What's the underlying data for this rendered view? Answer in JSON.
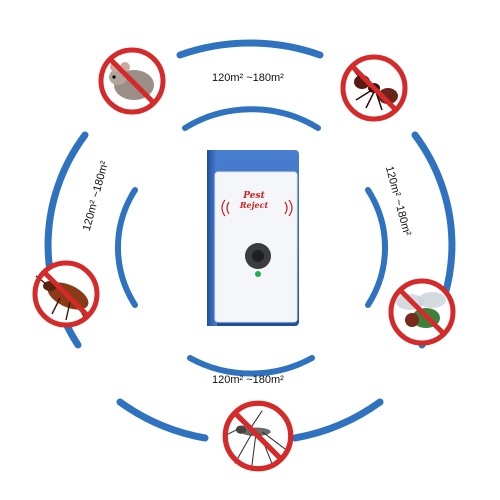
{
  "coverage_labels": {
    "top": "120m² ~180m²",
    "left": "120m² ~180m²",
    "right": "120m² ~180m²",
    "bottom": "120m² ~180m²"
  },
  "device": {
    "brand_line1": "Pest",
    "brand_line2": "Reject"
  },
  "pests": [
    "mouse-icon",
    "ant-icon",
    "cockroach-icon",
    "fly-icon",
    "mosquito-icon"
  ],
  "colors": {
    "ring": "#2f73c0",
    "prohibition": "#d42a2a",
    "device_blue": "#2b5fae",
    "device_body": "#f4f6f9"
  }
}
